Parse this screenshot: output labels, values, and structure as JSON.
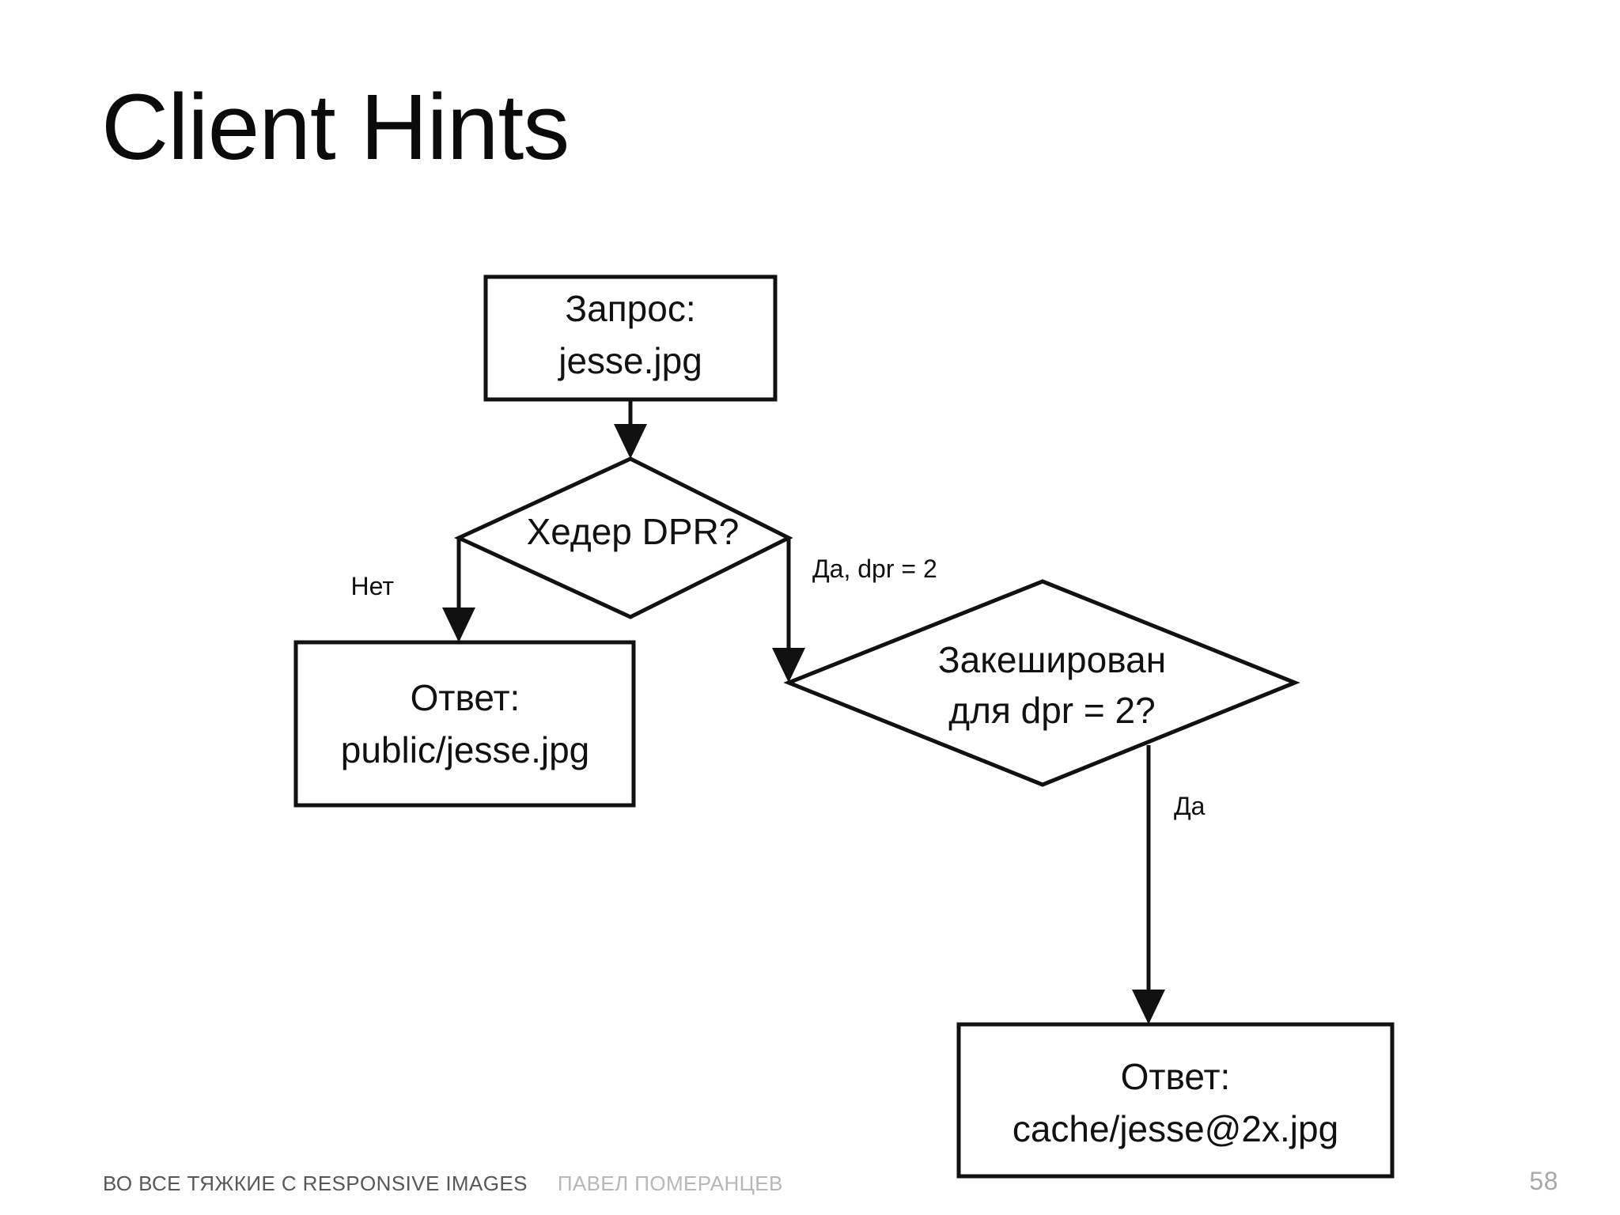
{
  "slide": {
    "title": "Client Hints",
    "page_number": "58",
    "background_color": "#ffffff",
    "ink_color": "#111111"
  },
  "footer": {
    "talk_title": "ВО ВСЕ ТЯЖКИЕ С RESPONSIVE IMAGES",
    "author": "ПАВЕЛ ПОМЕРАНЦЕВ",
    "talk_color": "#585858",
    "author_color": "#b7b7b7",
    "page_number_color": "#a8a8a8"
  },
  "flowchart": {
    "nodes": {
      "request": {
        "kind": "process-box",
        "line1": "Запрос:",
        "line2": "jesse.jpg"
      },
      "dpr_header": {
        "kind": "decision-diamond",
        "line1": "Хедер DPR?",
        "line2": ""
      },
      "response_public": {
        "kind": "process-box",
        "line1": "Ответ:",
        "line2": "public/jesse.jpg"
      },
      "cached_dpr2": {
        "kind": "decision-diamond",
        "line1": "Закеширован",
        "line2": "для dpr = 2?"
      },
      "response_cache": {
        "kind": "process-box",
        "line1": "Ответ:",
        "line2": "cache/jesse@2x.jpg"
      }
    },
    "edges": [
      {
        "from": "request",
        "to": "dpr_header",
        "label": ""
      },
      {
        "from": "dpr_header",
        "to": "response_public",
        "label": "Нет"
      },
      {
        "from": "dpr_header",
        "to": "cached_dpr2",
        "label": "Да, dpr = 2"
      },
      {
        "from": "cached_dpr2",
        "to": "response_cache",
        "label": "Да"
      }
    ]
  }
}
